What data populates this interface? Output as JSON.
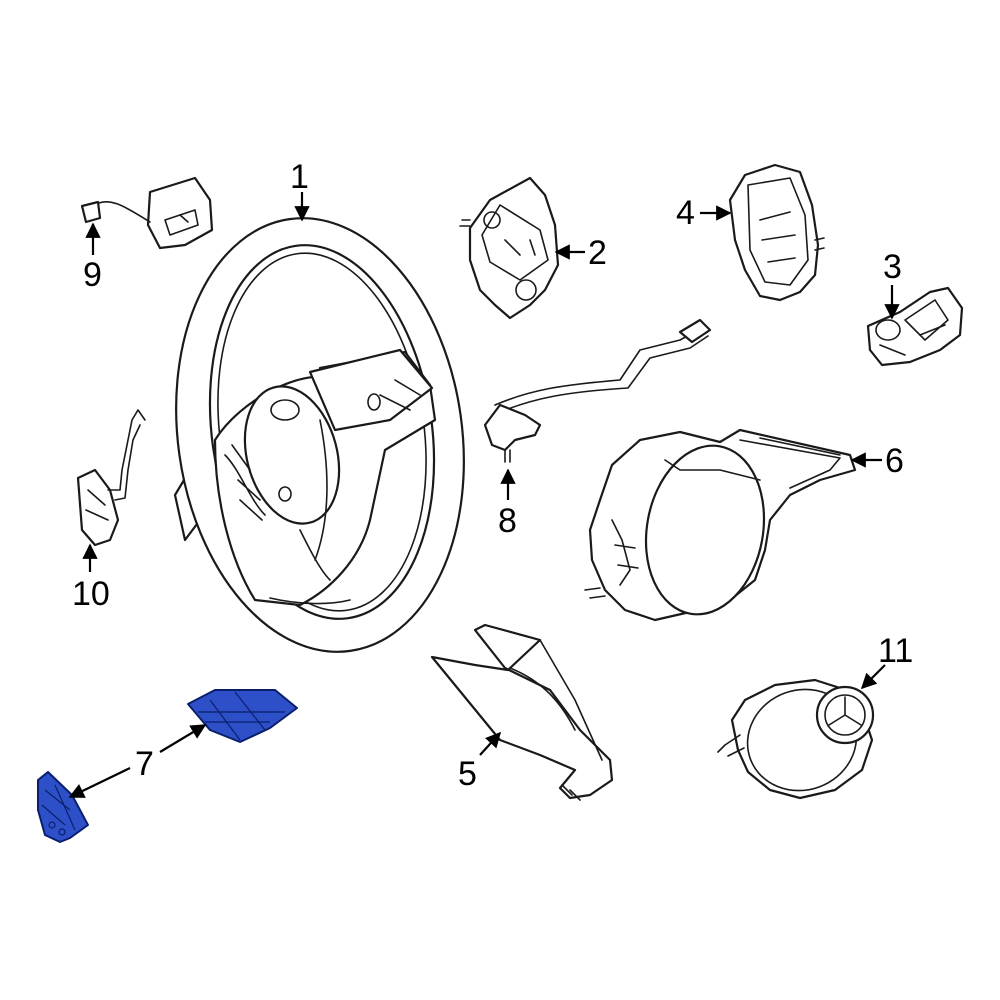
{
  "colors": {
    "line": "#1a1a1a",
    "highlight_fill": "#2d4fc8",
    "highlight_edge": "#0a1f6b",
    "background": "#ffffff"
  },
  "callouts": [
    {
      "id": "1",
      "label": "1"
    },
    {
      "id": "2",
      "label": "2"
    },
    {
      "id": "3",
      "label": "3"
    },
    {
      "id": "4",
      "label": "4"
    },
    {
      "id": "5",
      "label": "5"
    },
    {
      "id": "6",
      "label": "6"
    },
    {
      "id": "7",
      "label": "7"
    },
    {
      "id": "8",
      "label": "8"
    },
    {
      "id": "9",
      "label": "9"
    },
    {
      "id": "10",
      "label": "10"
    },
    {
      "id": "11",
      "label": "11"
    }
  ],
  "highlighted_part": "7"
}
